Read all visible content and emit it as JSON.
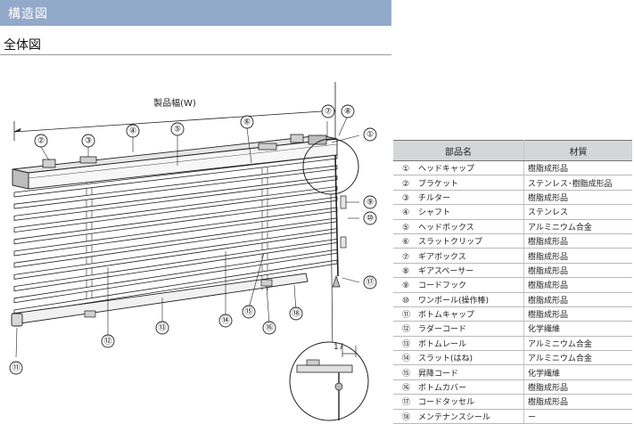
{
  "header": {
    "title": "構造図"
  },
  "subheading": "全体図",
  "diagram": {
    "width_label": "製品幅(W)",
    "inset_dimension": "17",
    "callouts": [
      "①",
      "②",
      "③",
      "④",
      "⑤",
      "⑥",
      "⑦",
      "⑧",
      "⑨",
      "⑩",
      "⑪",
      "⑫",
      "⑬",
      "⑭",
      "⑮",
      "⑯",
      "⑰",
      "⑱"
    ]
  },
  "parts_table": {
    "headers": [
      "部品名",
      "材質"
    ],
    "rows": [
      {
        "num": "①",
        "name": "ヘッドキャップ",
        "material": "樹脂成形品"
      },
      {
        "num": "②",
        "name": "ブラケット",
        "material": "ステンレス･樹脂成形品"
      },
      {
        "num": "③",
        "name": "チルター",
        "material": "樹脂成形品"
      },
      {
        "num": "④",
        "name": "シャフト",
        "material": "ステンレス"
      },
      {
        "num": "⑤",
        "name": "ヘッドボックス",
        "material": "アルミニウム合金"
      },
      {
        "num": "⑥",
        "name": "スラットクリップ",
        "material": "樹脂成形品"
      },
      {
        "num": "⑦",
        "name": "ギアボックス",
        "material": "樹脂成形品"
      },
      {
        "num": "⑧",
        "name": "ギアスペーサー",
        "material": "樹脂成形品"
      },
      {
        "num": "⑨",
        "name": "コードフック",
        "material": "樹脂成形品"
      },
      {
        "num": "⑩",
        "name": "ワンポール(操作棒)",
        "material": "樹脂成形品"
      },
      {
        "num": "⑪",
        "name": "ボトムキャップ",
        "material": "樹脂成形品"
      },
      {
        "num": "⑫",
        "name": "ラダーコード",
        "material": "化学繊維"
      },
      {
        "num": "⑬",
        "name": "ボトムレール",
        "material": "アルミニウム合金"
      },
      {
        "num": "⑭",
        "name": "スラット(はね)",
        "material": "アルミニウム合金"
      },
      {
        "num": "⑮",
        "name": "昇降コード",
        "material": "化学繊維"
      },
      {
        "num": "⑯",
        "name": "ボトムカバー",
        "material": "樹脂成形品"
      },
      {
        "num": "⑰",
        "name": "コードタッセル",
        "material": "樹脂成形品"
      },
      {
        "num": "⑱",
        "name": "メンテナンスシール",
        "material": "ー"
      }
    ]
  }
}
